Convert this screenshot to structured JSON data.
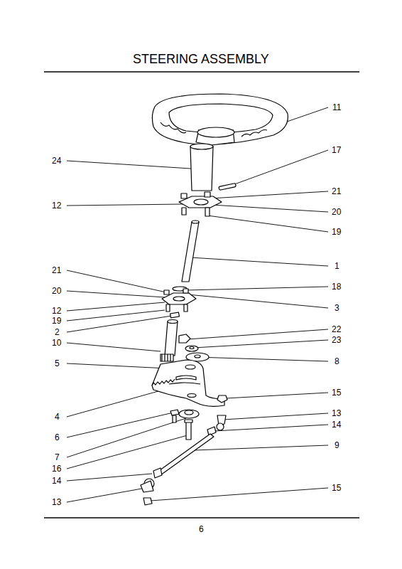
{
  "diagram": {
    "title": "STEERING ASSEMBLY",
    "labels": [
      "11",
      "24",
      "17",
      "21",
      "12",
      "20",
      "19",
      "1",
      "21",
      "18",
      "20",
      "3",
      "12",
      "19",
      "2",
      "10",
      "22",
      "23",
      "5",
      "8",
      "15",
      "4",
      "13",
      "14",
      "6",
      "9",
      "7",
      "16",
      "14",
      "13",
      "15",
      "6"
    ]
  }
}
